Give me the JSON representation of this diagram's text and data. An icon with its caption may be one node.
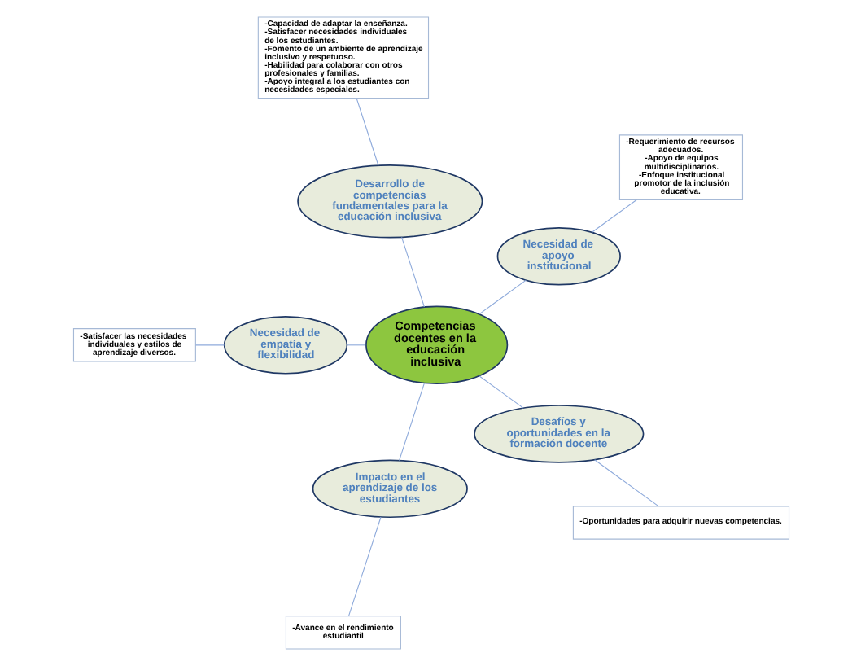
{
  "diagram": {
    "nodes": [
      {
        "text": [
          "-Capacidad de adaptar la enseñanza.",
          "-Satisfacer necesidades individuales de los estudiantes.",
          "-Fomento de un ambiente de aprendizaje inclusivo y respetuoso.",
          "-Habilidad para colaborar con otros profesionales y familias.",
          "-Apoyo integral a los estudiantes con necesidades especiales."
        ]
      },
      {
        "text": [
          "-Requerimiento de recursos adecuados.",
          "-Apoyo de equipos multidisciplinarios.",
          "-Enfoque institucional promotor de la inclusión educativa."
        ]
      },
      {
        "text": [
          "Necesidad de apoyo institucional"
        ]
      },
      {
        "text": [
          "Desarrollo de competencias fundamentales para la educación inclusiva"
        ]
      },
      {
        "text": [
          "Competencias docentes en la educación inclusiva"
        ]
      },
      {
        "text": [
          "Necesidad de empatía y flexibilidad"
        ]
      },
      {
        "text": [
          "Impacto en el aprendizaje de los estudiantes"
        ]
      },
      {
        "text": [
          "-Satisfacer las necesidades individuales y estilos de aprendizaje diversos."
        ]
      },
      {
        "text": [
          "-Avance en el rendimiento estudiantil"
        ]
      },
      {
        "text": [
          "Desafíos y oportunidades en la formación docente"
        ]
      },
      {
        "text": [
          "-Oportunidades para adquirir nuevas competencias."
        ]
      }
    ],
    "edges": [
      {
        "from": 4,
        "to": 2,
        "arrow": "none"
      },
      {
        "from": 4,
        "to": 3,
        "arrow": "none"
      },
      {
        "from": 4,
        "to": 5,
        "arrow": "none"
      },
      {
        "from": 4,
        "to": 6,
        "arrow": "none"
      },
      {
        "from": 4,
        "to": 9,
        "arrow": "none"
      },
      {
        "from": 2,
        "to": 1,
        "arrow": "none"
      },
      {
        "from": 3,
        "to": 0,
        "arrow": "none"
      },
      {
        "from": 5,
        "to": 7,
        "arrow": "none"
      },
      {
        "from": 6,
        "to": 8,
        "arrow": "none"
      },
      {
        "from": 9,
        "to": 10,
        "arrow": "none"
      }
    ]
  }
}
